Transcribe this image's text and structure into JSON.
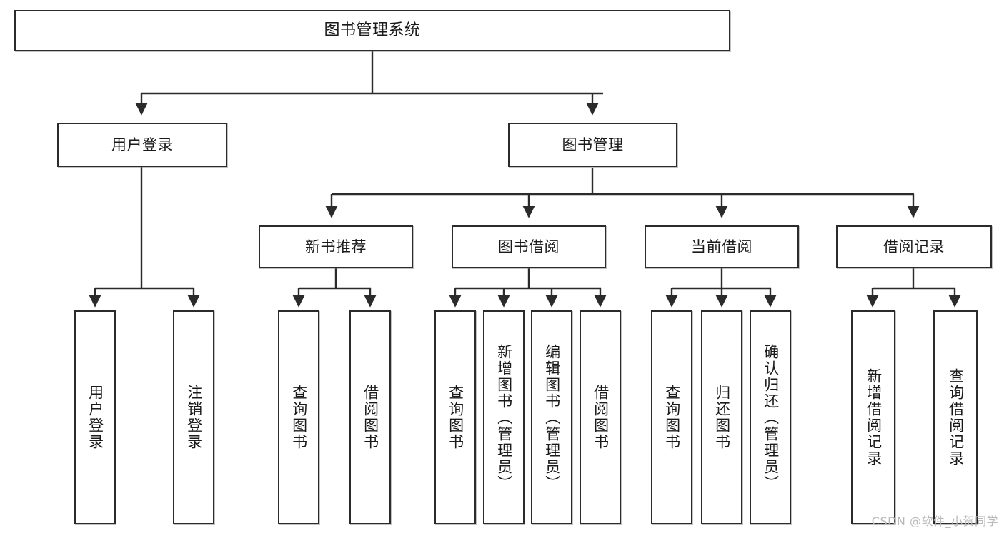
{
  "diagram": {
    "title": "图书管理系统",
    "watermark": "CSDN @软件_小贺同学",
    "colors": {
      "stroke": "#2b2b2b",
      "fill": "#ffffff",
      "text": "#1a1a1a",
      "watermark": "#b9b9b9"
    },
    "nodes": {
      "root": {
        "label": "图书管理系统",
        "orientation": "horizontal",
        "level": 0
      },
      "user_login": {
        "label": "用户登录",
        "orientation": "horizontal",
        "level": 1
      },
      "book_manage": {
        "label": "图书管理",
        "orientation": "horizontal",
        "level": 1
      },
      "new_book_rec": {
        "label": "新书推荐",
        "orientation": "horizontal",
        "level": 2
      },
      "book_borrow": {
        "label": "图书借阅",
        "orientation": "horizontal",
        "level": 2
      },
      "current_borrow": {
        "label": "当前借阅",
        "orientation": "horizontal",
        "level": 2
      },
      "borrow_record": {
        "label": "借阅记录",
        "orientation": "horizontal",
        "level": 2
      },
      "leaf_user_login": {
        "label": "用户登录",
        "orientation": "vertical",
        "level": 2
      },
      "leaf_logout": {
        "label": "注销登录",
        "orientation": "vertical",
        "level": 2
      },
      "leaf_query_book_1": {
        "label": "查询图书",
        "orientation": "vertical",
        "level": 3
      },
      "leaf_borrow_book_1": {
        "label": "借阅图书",
        "orientation": "vertical",
        "level": 3
      },
      "leaf_query_book_2": {
        "label": "查询图书",
        "orientation": "vertical",
        "level": 3
      },
      "leaf_add_book": {
        "label": "新增图书（管理员）",
        "orientation": "vertical",
        "level": 3
      },
      "leaf_edit_book": {
        "label": "编辑图书（管理员）",
        "orientation": "vertical",
        "level": 3
      },
      "leaf_borrow_book_2": {
        "label": "借阅图书",
        "orientation": "vertical",
        "level": 3
      },
      "leaf_query_book_3": {
        "label": "查询图书",
        "orientation": "vertical",
        "level": 3
      },
      "leaf_return_book": {
        "label": "归还图书",
        "orientation": "vertical",
        "level": 3
      },
      "leaf_confirm_return": {
        "label": "确认归还（管理员）",
        "orientation": "vertical",
        "level": 3
      },
      "leaf_add_record": {
        "label": "新增借阅记录",
        "orientation": "vertical",
        "level": 3
      },
      "leaf_query_record": {
        "label": "查询借阅记录",
        "orientation": "vertical",
        "level": 3
      }
    },
    "edges": [
      {
        "from": "root",
        "to": "user_login"
      },
      {
        "from": "root",
        "to": "book_manage"
      },
      {
        "from": "user_login",
        "to": "leaf_user_login"
      },
      {
        "from": "user_login",
        "to": "leaf_logout"
      },
      {
        "from": "book_manage",
        "to": "new_book_rec"
      },
      {
        "from": "book_manage",
        "to": "book_borrow"
      },
      {
        "from": "book_manage",
        "to": "current_borrow"
      },
      {
        "from": "book_manage",
        "to": "borrow_record"
      },
      {
        "from": "new_book_rec",
        "to": "leaf_query_book_1"
      },
      {
        "from": "new_book_rec",
        "to": "leaf_borrow_book_1"
      },
      {
        "from": "book_borrow",
        "to": "leaf_query_book_2"
      },
      {
        "from": "book_borrow",
        "to": "leaf_add_book"
      },
      {
        "from": "book_borrow",
        "to": "leaf_edit_book"
      },
      {
        "from": "book_borrow",
        "to": "leaf_borrow_book_2"
      },
      {
        "from": "current_borrow",
        "to": "leaf_query_book_3"
      },
      {
        "from": "current_borrow",
        "to": "leaf_return_book"
      },
      {
        "from": "current_borrow",
        "to": "leaf_confirm_return"
      },
      {
        "from": "borrow_record",
        "to": "leaf_add_record"
      },
      {
        "from": "borrow_record",
        "to": "leaf_query_record"
      }
    ]
  }
}
